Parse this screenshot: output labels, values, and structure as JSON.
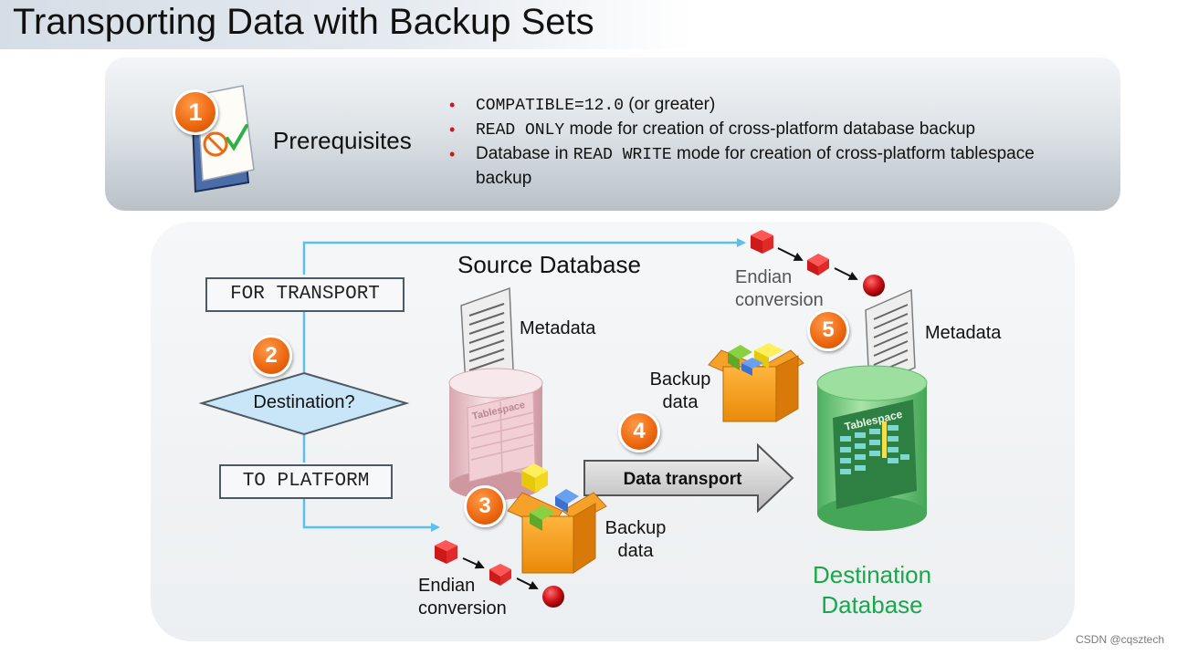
{
  "title": "Transporting Data with Backup Sets",
  "prerequisites": {
    "step": "1",
    "label": "Prerequisites",
    "bullets": [
      {
        "code": "COMPATIBLE=12.0",
        "text": " (or greater)"
      },
      {
        "code": "READ ONLY",
        "text": " mode for creation of cross-platform database backup"
      },
      {
        "pre": "Database in ",
        "code": "READ WRITE",
        "text": " mode for creation of cross-platform tablespace backup"
      }
    ]
  },
  "diagram": {
    "for_transport": "FOR TRANSPORT",
    "to_platform": "TO PLATFORM",
    "destination_question": "Destination?",
    "source_database": "Source Database",
    "destination_database": [
      "Destination",
      "Database"
    ],
    "metadata_left": "Metadata",
    "metadata_right": "Metadata",
    "backup_data_left": [
      "Backup",
      "data"
    ],
    "backup_data_right": [
      "Backup",
      "data"
    ],
    "endian_top": [
      "Endian",
      "conversion"
    ],
    "endian_bottom": [
      "Endian",
      "conversion"
    ],
    "data_transport": "Data transport",
    "tablespace_left": "Tablespace",
    "tablespace_right": "Tablespace",
    "steps": [
      "2",
      "3",
      "4",
      "5"
    ]
  },
  "watermark": "CSDN @cqsztech",
  "colors": {
    "flow_line": "#5bc0ee",
    "badge": "#ee6a12",
    "destination_text": "#18a84a",
    "bullet": "#d0161b"
  }
}
